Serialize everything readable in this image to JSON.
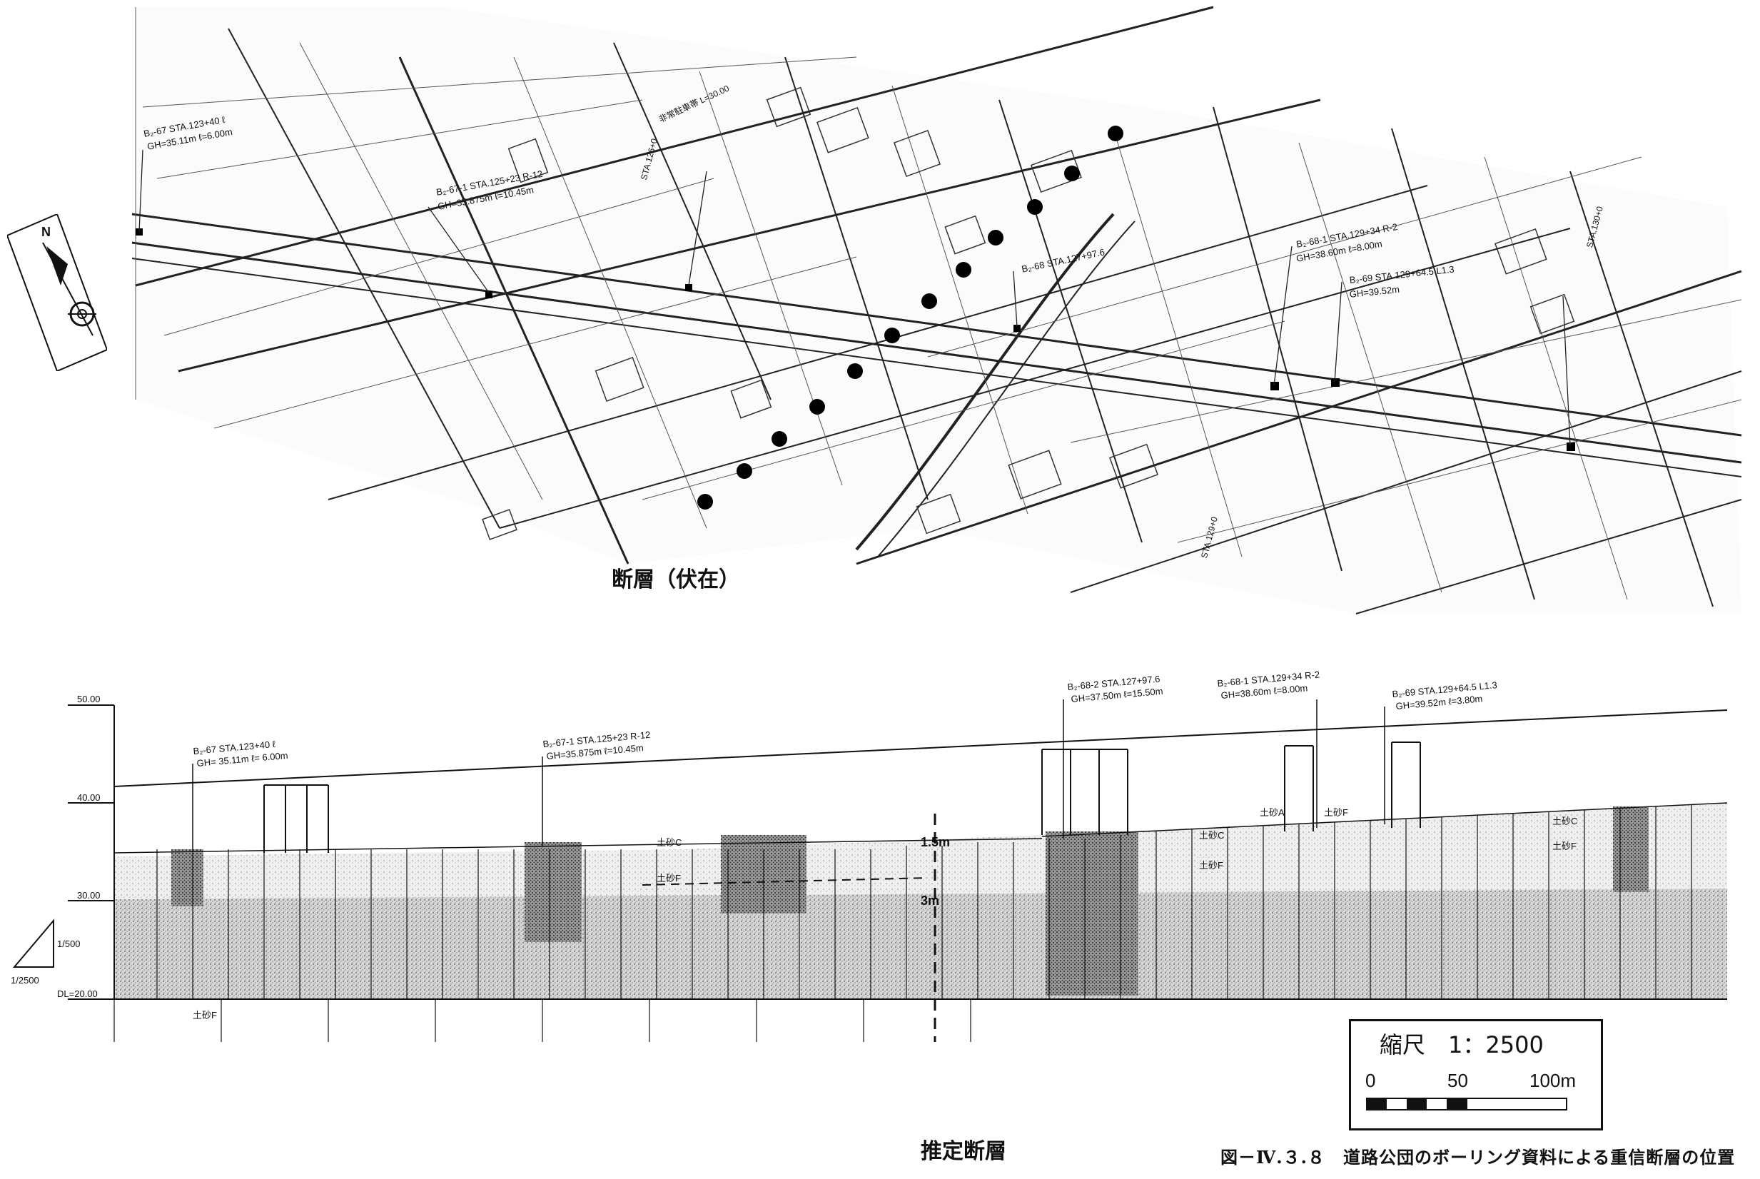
{
  "map": {
    "caption": "断層（伏在）",
    "north_label": "N",
    "station_labels": [
      "B₂-67  STA.123+40  ℓ",
      "GH=35.11m   ℓ=6.00m",
      "B₂-67-1  STA.125+23  R-12",
      "GH=35.875m  ℓ=10.45m",
      "B₂-68  STA.127+97.6",
      "B₂-68-1  STA.129+34  R-2",
      "GH=38.60m  ℓ=8.00m",
      "B₂-69  STA.129+64.5  L1.3",
      "GH=39.52m",
      "非常駐車帯  L=30.00",
      "STA.126+0",
      "STA.129+0",
      "STA.130+0"
    ],
    "fault_points": 12
  },
  "section": {
    "caption": "推定断層",
    "elevations": [
      "50.00",
      "40.00",
      "30.00",
      "DL=20.00"
    ],
    "slope_labels": [
      "1/500",
      "1/2500"
    ],
    "boring_labels": [
      {
        "name": "B₂-67  STA.123+40  ℓ",
        "detail": "GH= 35.11m   ℓ= 6.00m"
      },
      {
        "name": "B₂-67-1  STA.125+23  R-12",
        "detail": "GH=35.875m   ℓ=10.45m"
      },
      {
        "name": "B₂-68-2  STA.127+97.6",
        "detail": "GH=37.50m  ℓ=15.50m"
      },
      {
        "name": "B₂-68-1  STA.129+34  R-2",
        "detail": "GH=38.60m   ℓ=8.00m"
      },
      {
        "name": "B₂-69  STA.129+64.5  L1.3",
        "detail": "GH=39.52m   ℓ=3.80m"
      }
    ],
    "soil_labels": [
      "土砂C",
      "土砂F",
      "土砂A",
      "土砂C",
      "土砂F",
      "土砂F",
      "土砂C",
      "土砂F"
    ],
    "offset_labels": [
      "1.5m",
      "3m"
    ]
  },
  "scale": {
    "title": "縮尺　1：2500",
    "ticks": [
      "0",
      "50",
      "100m"
    ]
  },
  "figure_caption": "図－Ⅳ.３.８　道路公団のボーリング資料による重信断層の位置"
}
